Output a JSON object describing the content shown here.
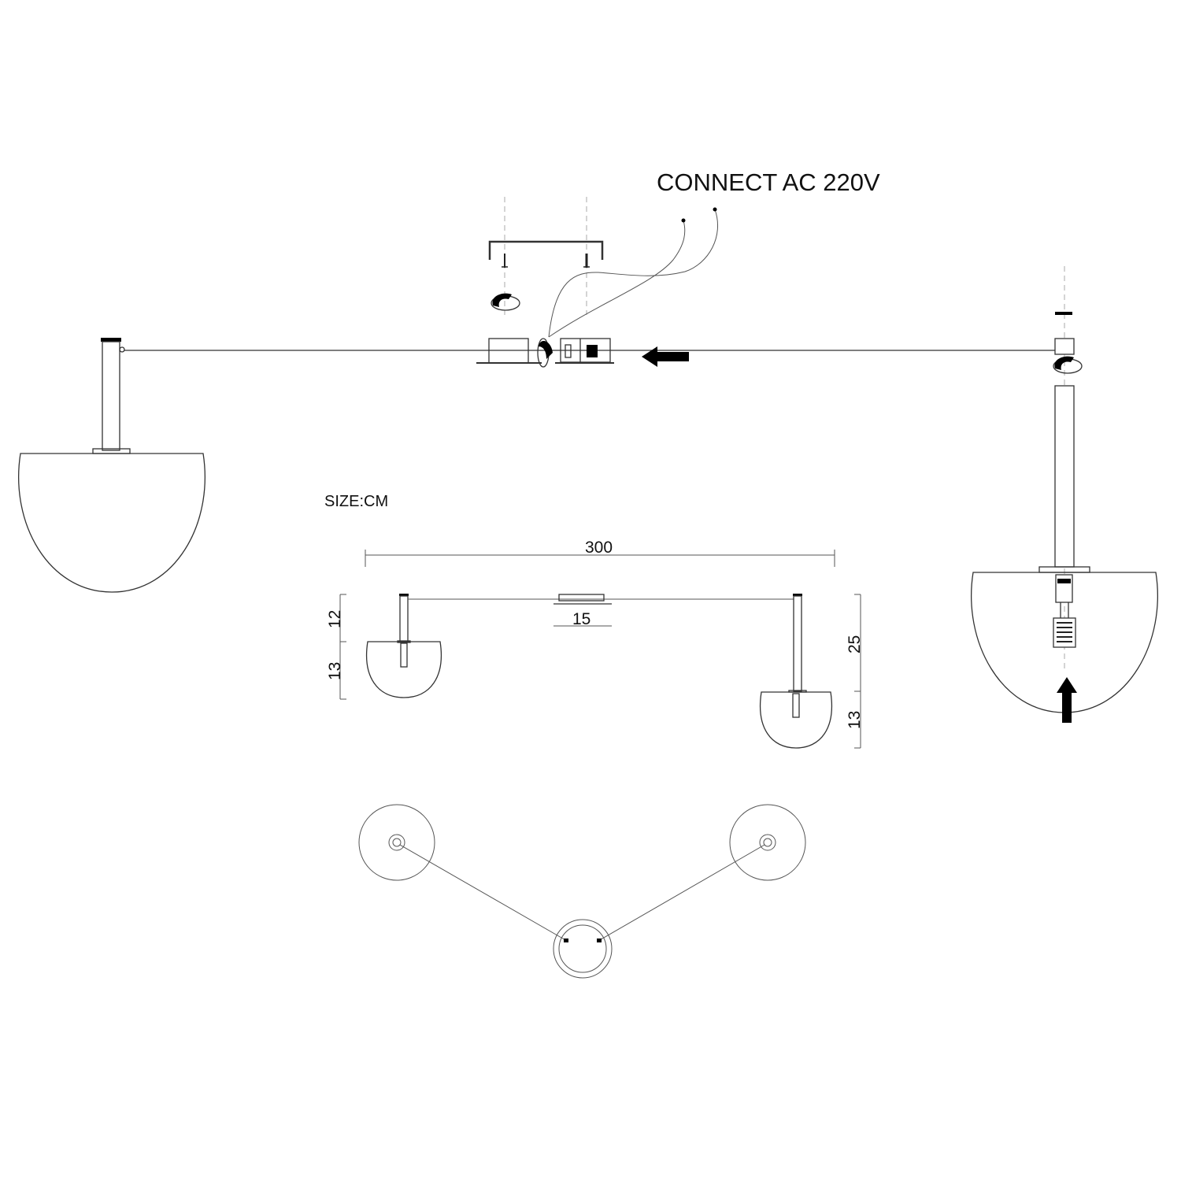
{
  "title": "CONNECT AC 220V",
  "size_unit_label": "SIZE:CM",
  "dimensions": {
    "total_width": "300",
    "canopy_width": "15",
    "left_rod_height": "12",
    "left_globe_height": "13",
    "right_rod_height": "25",
    "right_globe_height": "13"
  },
  "colors": {
    "line": "#333333",
    "arrow": "#000000",
    "background": "#ffffff"
  }
}
